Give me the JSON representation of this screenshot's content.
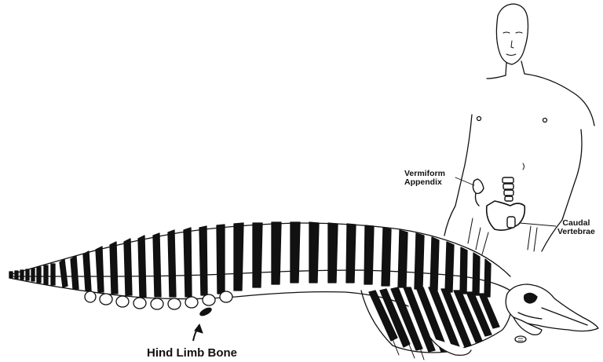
{
  "labels": {
    "appendix": [
      "Vermiform",
      "Appendix"
    ],
    "caudal": [
      "Caudal",
      "Vertebrae"
    ],
    "hind_limb": "Hind Limb Bone"
  },
  "colors": {
    "ink": "#111111",
    "bone": "#ffffff",
    "background": "#ffffff"
  }
}
